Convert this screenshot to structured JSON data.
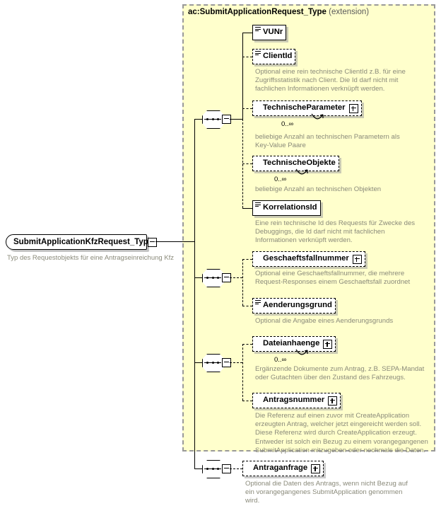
{
  "diagram": {
    "kind": "xsd-schema-diagram",
    "root": {
      "name": "SubmitApplicationKfzRequest_Type",
      "documentation": "Typ des Requestobjekts für eine Antragseinreichung Kfz",
      "collapse_icon": "minus-icon"
    },
    "extension": {
      "title": "ac:SubmitApplicationRequest_Type",
      "suffix": "(extension)",
      "background": "#ffffcc",
      "border": "#999999"
    },
    "sequences": [
      {
        "id": "seq1",
        "icon": "sequence-icon"
      },
      {
        "id": "seq2",
        "icon": "sequence-icon"
      },
      {
        "id": "seq3",
        "icon": "sequence-icon"
      },
      {
        "id": "seq4",
        "icon": "sequence-icon"
      }
    ],
    "elements": [
      {
        "name": "VUNr",
        "occurrence": "required",
        "expandable": false,
        "has_type_icon": true,
        "cardinality": "",
        "documentation": ""
      },
      {
        "name": "ClientId",
        "occurrence": "optional",
        "expandable": false,
        "has_type_icon": true,
        "cardinality": "",
        "documentation": "Optional eine rein technische ClientId z.B. für eine\nZugriffsstatistik nach Client. Die Id darf nicht mit\nfachlichen Informationen verknüpft werden."
      },
      {
        "name": "TechnischeParameter",
        "occurrence": "optional",
        "expandable": true,
        "has_type_icon": false,
        "cardinality": "0..∞",
        "documentation": "beliebige Anzahl an technischen Parametern als\nKey-Value Paare"
      },
      {
        "name": "TechnischeObjekte",
        "occurrence": "optional",
        "expandable": false,
        "has_type_icon": false,
        "cardinality": "0..∞",
        "documentation": "beliebige Anzahl an technischen Objekten"
      },
      {
        "name": "KorrelationsId",
        "occurrence": "required",
        "expandable": false,
        "has_type_icon": true,
        "cardinality": "",
        "documentation": "Eine rein technische Id des Requests für Zwecke des\nDebuggings, die Id darf nicht mit fachlichen\nInformationen verknüpft werden."
      },
      {
        "name": "Geschaeftsfallnummer",
        "occurrence": "optional",
        "expandable": true,
        "has_type_icon": false,
        "cardinality": "",
        "documentation": "Optional eine Geschaeftsfallnummer, die mehrere\nRequest-Responses einem Geschaeftsfall zuordnet"
      },
      {
        "name": "Aenderungsgrund",
        "occurrence": "optional",
        "expandable": false,
        "has_type_icon": true,
        "cardinality": "",
        "documentation": "Optional die Angabe eines Aenderungsgrunds"
      },
      {
        "name": "Dateianhaenge",
        "occurrence": "optional",
        "expandable": true,
        "has_type_icon": false,
        "cardinality": "0..∞",
        "documentation": "Ergänzende Dokumente zum Antrag, z.B. SEPA-Mandat\noder Gutachten über den Zustand des Fahrzeugs."
      },
      {
        "name": "Antragsnummer",
        "occurrence": "optional",
        "expandable": true,
        "has_type_icon": false,
        "cardinality": "",
        "documentation": "Die Referenz auf einen zuvor mit CreateApplication\nerzeugten Antrag, welcher jetzt eingereicht werden soll.\nDiese Referenz wird durch CreateApplication erzeugt.\nEntweder ist solch ein Bezug zu einem vorangegangenen\nSubmitApplication mitzugeben oder nochmals die Daten."
      },
      {
        "name": "Antraganfrage",
        "occurrence": "optional",
        "expandable": true,
        "has_type_icon": false,
        "cardinality": "",
        "documentation": "Optional die Daten des Antrags, wenn nicht Bezug auf\nein vorangegangenes SubmitApplication genommen\nwird."
      }
    ]
  }
}
